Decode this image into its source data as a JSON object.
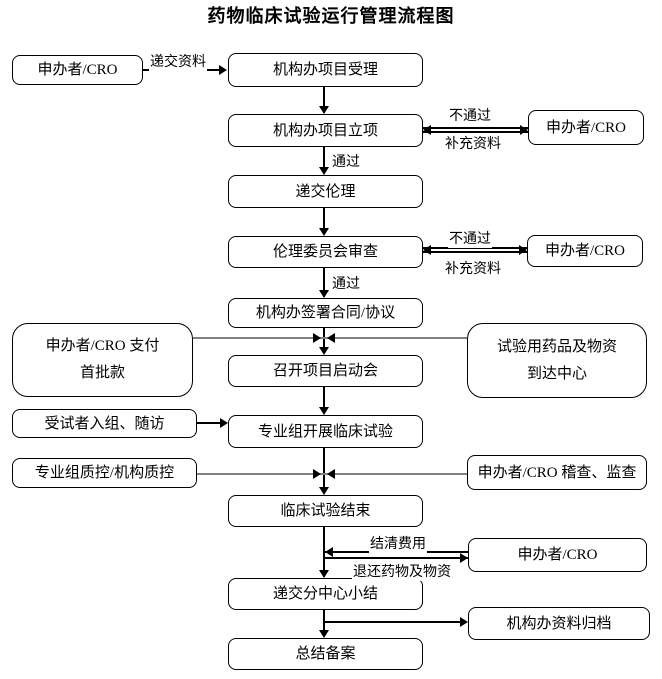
{
  "title": "药物临床试验运行管理流程图",
  "nodes": {
    "sponsor_start": "申办者/CRO",
    "acceptance": "机构办项目受理",
    "approval": "机构办项目立项",
    "sponsor_approval": "申办者/CRO",
    "submit_ethics": "递交伦理",
    "ethics_review": "伦理委员会审查",
    "sponsor_ethics": "申办者/CRO",
    "sign_contract": "机构办签署合同/协议",
    "payment_line1": "申办者/CRO 支付",
    "payment_line2": "首批款",
    "kickoff": "召开项目启动会",
    "supplies_line1": "试验用药品及物资",
    "supplies_line2": "到达中心",
    "enrollment": "受试者入组、随访",
    "conduct": "专业组开展临床试验",
    "qc": "专业组质控/机构质控",
    "audit": "申办者/CRO 稽查、监查",
    "trial_end": "临床试验结束",
    "sponsor_settle": "申办者/CRO",
    "subcenter_summary": "递交分中心小结",
    "archive": "机构办资料归档",
    "final_record": "总结备案"
  },
  "edge_labels": {
    "submit_docs": "递交资料",
    "fail1": "不通过",
    "supplement1": "补充资料",
    "pass1": "通过",
    "fail2": "不通过",
    "supplement2": "补充资料",
    "pass2": "通过",
    "settle_fees": "结清费用",
    "return_supplies": "退还药物及物资"
  },
  "colors": {
    "box_border": "#000000",
    "text": "#000000",
    "connector_gray": "#808080",
    "arrow_black": "#000000",
    "background": "#ffffff"
  }
}
